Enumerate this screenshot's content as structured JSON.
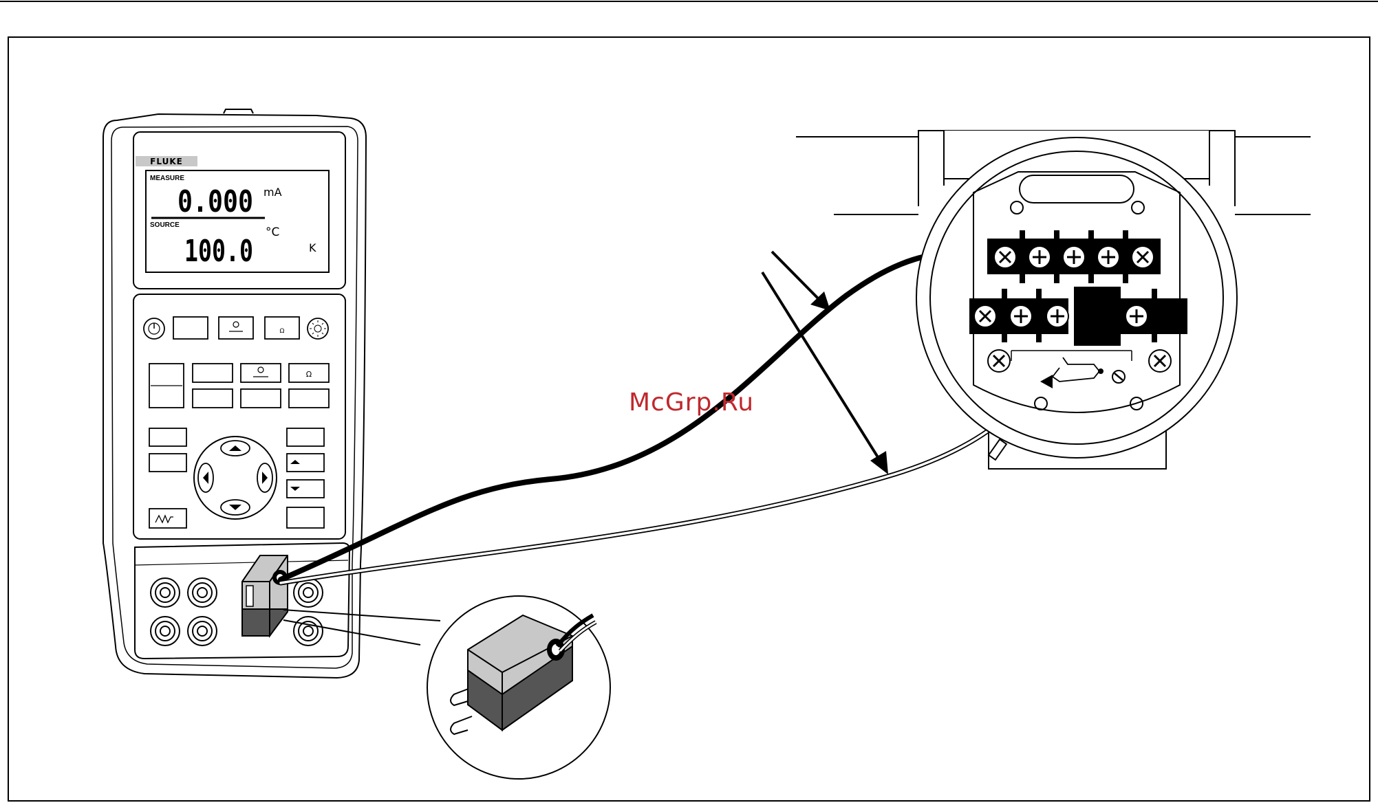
{
  "device": {
    "brand": "FLUKE",
    "measure_label": "MEASURE",
    "measure_value": "0.000",
    "measure_unit": "mA",
    "source_label": "SOURCE",
    "source_value": "100.0",
    "source_unit": "°C",
    "tc_type": "K"
  },
  "watermark": "McGrp.Ru",
  "colors": {
    "line": "#000000",
    "paper": "#ffffff",
    "body": "#ffffff",
    "connector_top": "#c8c8c8",
    "connector_side": "#555555",
    "watermark": "#c0282d"
  },
  "icons": [
    "power-icon",
    "backlight-icon",
    "arrow-up-icon",
    "arrow-down-icon",
    "arrow-left-icon",
    "arrow-right-icon",
    "ohm-icon",
    "ramp-icon",
    "screw-terminal-icon"
  ]
}
